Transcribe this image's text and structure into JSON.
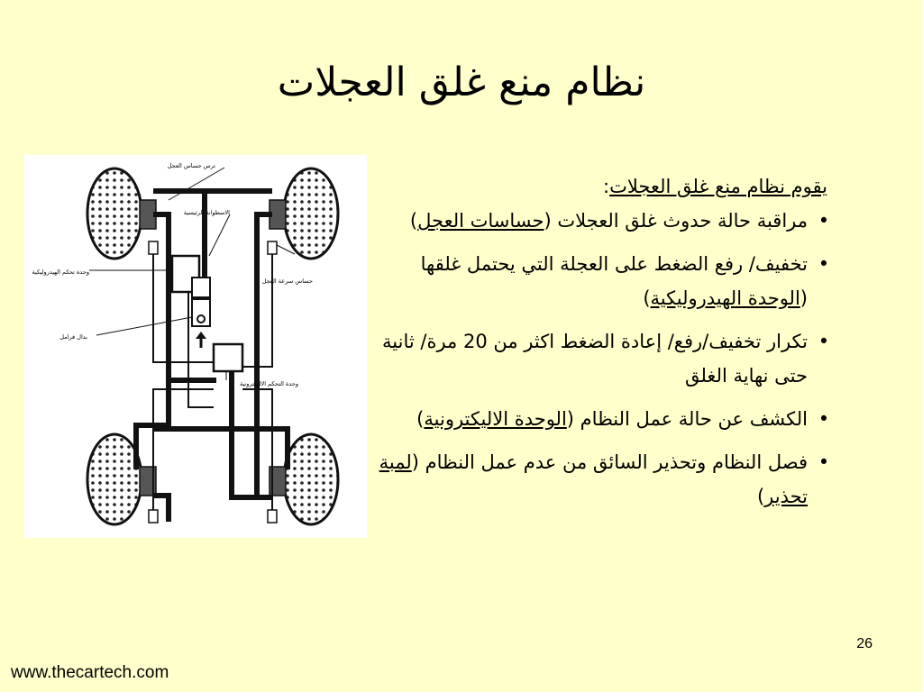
{
  "slide": {
    "title": "نظام منع غلق العجلات",
    "page_number": "26",
    "footer": "www.thecartech.com"
  },
  "content": {
    "intro": "يقوم نظام منع غلق العجلات",
    "intro_suffix": ":",
    "bullets": [
      {
        "text": "مراقبة حالة حدوث غلق العجلات (",
        "link": "حساسات العجل",
        "end": ")"
      },
      {
        "text": "تخفيف/ رفع الضغط على العجلة التي يحتمل غلقها (",
        "link": "الوحدة الهيدروليكية",
        "end": ")"
      },
      {
        "text": "تكرار تخفيف/رفع/ إعادة الضغط اكثر من 20 مرة/ ثانية حتى نهاية الغلق",
        "link": "",
        "end": ""
      },
      {
        "text": "الكشف عن حالة عمل النظام (",
        "link": "الوحدة الاليكترونية",
        "end": ")"
      },
      {
        "text": "فصل النظام وتحذير السائق من عدم عمل النظام (",
        "link": "لمبة تحذير",
        "end": ")"
      }
    ],
    "bullet_symbol": "•"
  },
  "diagram": {
    "labels": {
      "sensor_ring": "ترس حساس العجل",
      "master_cylinder": "الاسطوانة الرئيسية",
      "hydraulic_unit": "وحدة تحكم الهيدروليكية",
      "wheel_speed_sensor": "حساس سرعة العجل",
      "brake_pedal": "بدال فرامل",
      "electronic_unit": "وحدة التحكم الاليكترونية"
    }
  }
}
